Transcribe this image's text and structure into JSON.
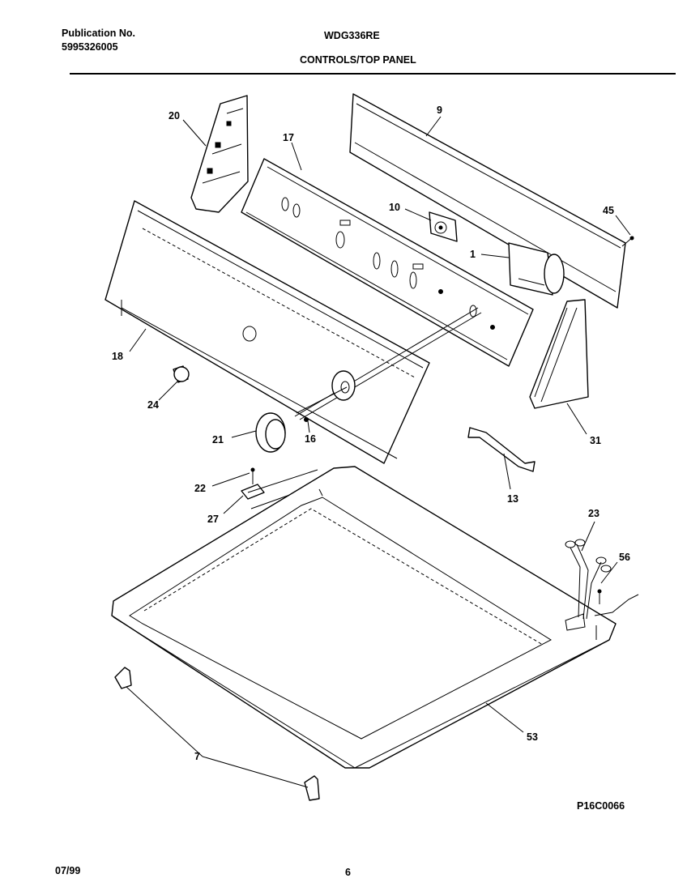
{
  "header": {
    "publication_label": "Publication No.",
    "publication_number": "5995326005",
    "model": "WDG336RE",
    "section_title": "CONTROLS/TOP PANEL"
  },
  "footer": {
    "date": "07/99",
    "page_number": "6",
    "drawing_code": "P16C0066"
  },
  "callouts": {
    "p1": "1",
    "p7": "7",
    "p9": "9",
    "p10": "10",
    "p13": "13",
    "p16": "16",
    "p17": "17",
    "p18": "18",
    "p20": "20",
    "p21": "21",
    "p22": "22",
    "p23": "23",
    "p24": "24",
    "p27": "27",
    "p31": "31",
    "p45": "45",
    "p53": "53",
    "p56": "56"
  }
}
